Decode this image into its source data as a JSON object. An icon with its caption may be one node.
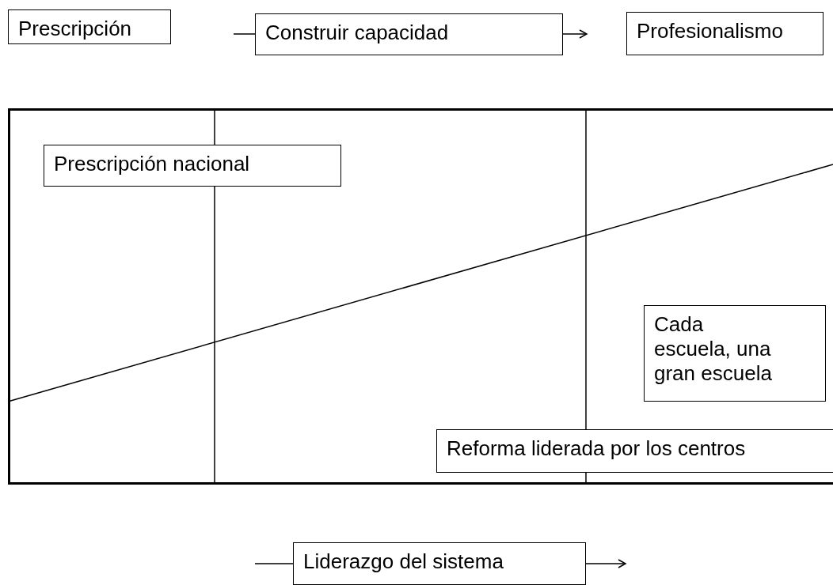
{
  "diagram": {
    "nodes": [
      {
        "text": [
          "Prescripción"
        ]
      },
      {
        "text": [
          "Construir capacidad"
        ]
      },
      {
        "text": [
          "Profesionalismo"
        ]
      },
      {
        "text": [],
        "shape": "box"
      },
      {
        "text": [
          "Prescripción nacional"
        ],
        "in": 3
      },
      {
        "text": [
          "Cada escuela, una gran escuela"
        ],
        "in": 3
      },
      {
        "text": [
          "Reforma liderada por los centros"
        ],
        "in": 3
      },
      {
        "text": [
          "Liderazgo del sistema"
        ]
      }
    ]
  }
}
